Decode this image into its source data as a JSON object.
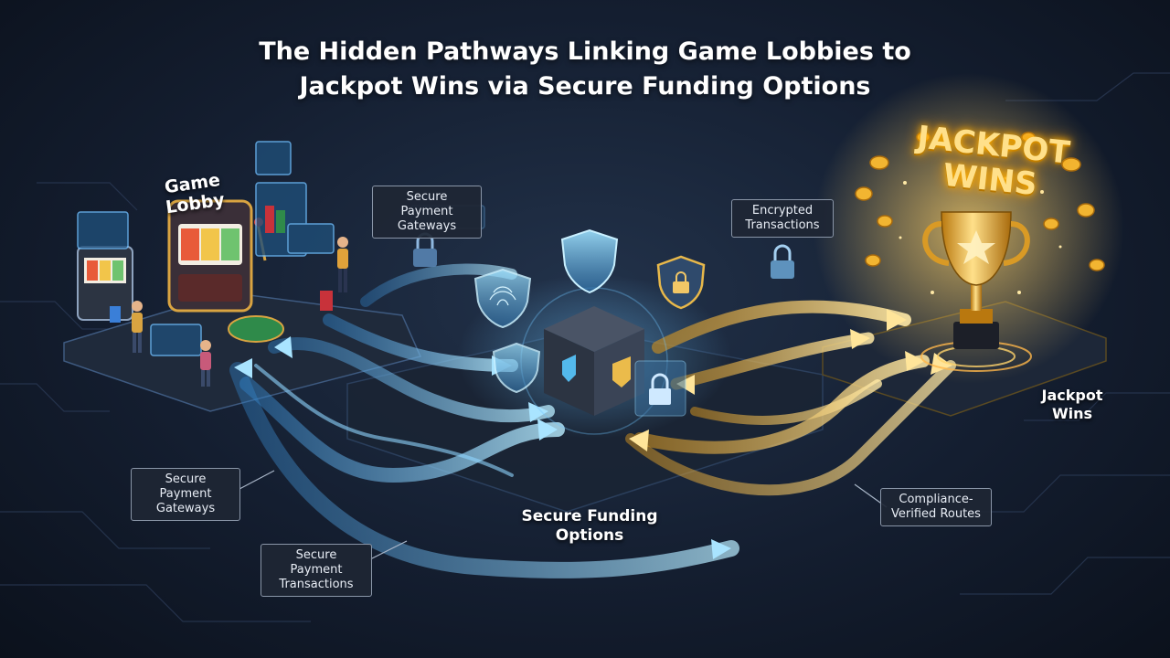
{
  "title": {
    "line1": "The Hidden Pathways Linking Game Lobbies to",
    "line2": "Jackpot Wins via Secure Funding Options"
  },
  "labels": {
    "game_lobby": "Game Lobby",
    "jackpot_sign_line1": "JACKPOT",
    "jackpot_sign_line2": "WINS",
    "jackpot_wins_line1": "Jackpot",
    "jackpot_wins_line2": "Wins",
    "secure_funding_line1": "Secure Funding",
    "secure_funding_line2": "Options"
  },
  "callouts": {
    "gateways_top": {
      "line1": "Secure Payment",
      "line2": "Gateways"
    },
    "encrypted": {
      "line1": "Encrypted",
      "line2": "Transactions"
    },
    "gateways_left": {
      "line1": "Secure Payment",
      "line2": "Gateways"
    },
    "transactions": {
      "line1": "Secure Payment",
      "line2": "Transactions"
    },
    "compliance": {
      "line1": "Compliance-",
      "line2": "Verified Routes"
    }
  },
  "colors": {
    "background": "#141e30",
    "path_blue": "#8fd6ff",
    "path_gold": "#ffd36b",
    "trophy_gold": "#f2b531",
    "platform": "#1f2a3b"
  }
}
